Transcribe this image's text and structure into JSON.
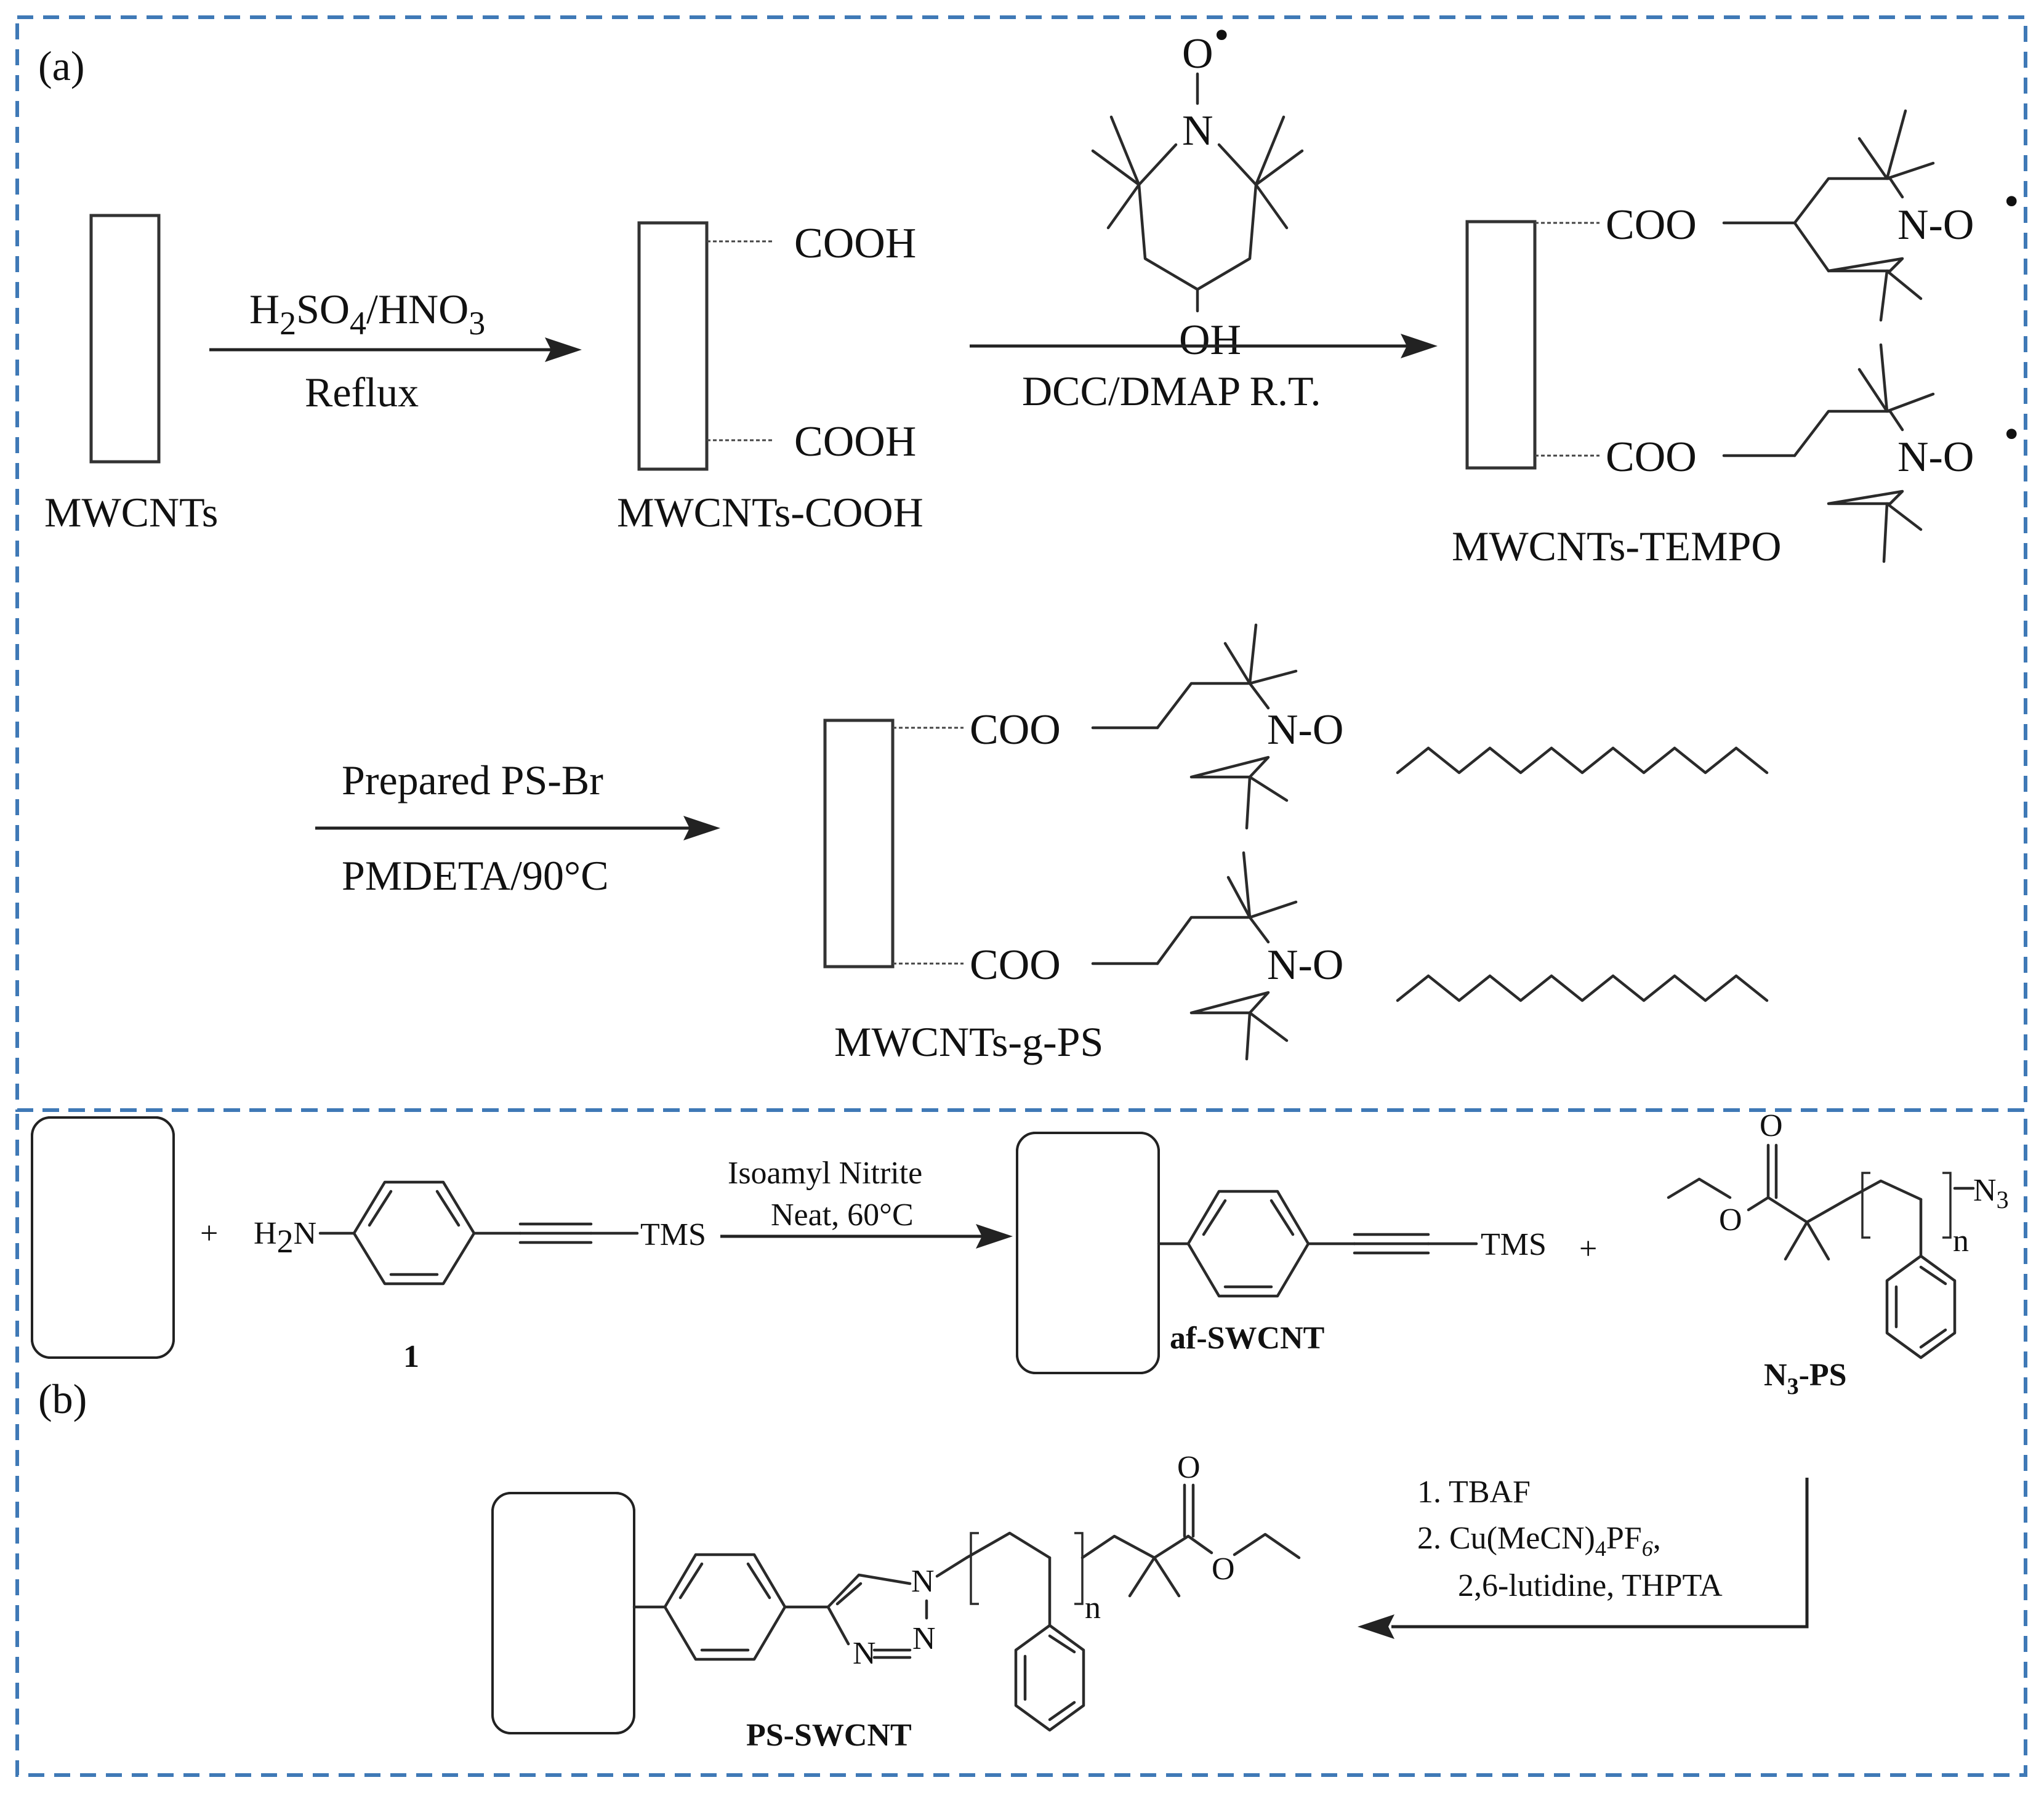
{
  "panel_a": {
    "label": "(a)",
    "mwcnts": "MWCNTs",
    "step1_reagent_pre": "H",
    "step1_reagent_sub1": "2",
    "step1_reagent_mid": "SO",
    "step1_reagent_sub2": "4",
    "step1_reagent_mid2": "/HNO",
    "step1_reagent_sub3": "3",
    "step1_condition": "Reflux",
    "cooh": "COOH",
    "mwcnts_cooh": "MWCNTs-COOH",
    "tempo_o": "O",
    "tempo_n": "N",
    "tempo_oh": "OH",
    "radical_dot": "•",
    "step2_condition": "DCC/DMAP R.T.",
    "coo": "COO",
    "no": "N-O",
    "mwcnts_tempo": "MWCNTs-TEMPO",
    "step3_reagent": "Prepared PS-Br",
    "step3_condition": "PMDETA/90°C",
    "mwcnts_g_ps": "MWCNTs-g-PS"
  },
  "panel_b": {
    "label": "(b)",
    "plus": "+",
    "h2n_h": "H",
    "h2n_sub": "2",
    "h2n_n": "N",
    "tms": "TMS",
    "compound_1": "1",
    "step1_reagent": "Isoamyl Nitrite",
    "step1_condition": "Neat, 60°C",
    "af_swcnt": "af-SWCNT",
    "o": "O",
    "n": "n",
    "n3_n": "N",
    "n3_sub": "3",
    "n3ps_n": "N",
    "n3ps_sub": "3",
    "n3ps_rest": "-PS",
    "step2_line1": "1. TBAF",
    "step2_line2_pre": "2. Cu(MeCN)",
    "step2_line2_sub1": "4",
    "step2_line2_mid": "PF",
    "step2_line2_sub2": "6",
    "step2_line2_post": ",",
    "step2_line3": "2,6-lutidine, THPTA",
    "triazole_n1": "N",
    "triazole_n2": "N",
    "triazole_n3": "N",
    "ps_swcnt": "PS-SWCNT"
  }
}
